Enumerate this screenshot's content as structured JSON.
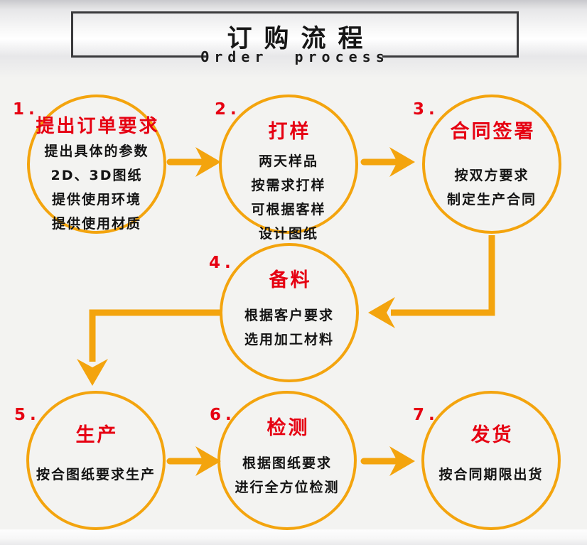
{
  "palette": {
    "accent_orange": "#f3a40e",
    "accent_red": "#e60012",
    "text_black": "#141414",
    "border_dark": "#3a3a3c",
    "background": "#f3f3f1"
  },
  "header": {
    "title": "订购流程",
    "subtitle": "Order process"
  },
  "steps": [
    {
      "number": "1.",
      "title": "提出订单要求",
      "lines": [
        "提出具体的参数",
        "2D、3D图纸",
        "提供使用环境",
        "提供使用材质"
      ]
    },
    {
      "number": "2.",
      "title": "打样",
      "lines": [
        "两天样品",
        "按需求打样",
        "可根据客样",
        "设计图纸"
      ]
    },
    {
      "number": "3.",
      "title": "合同签署",
      "lines": [
        "按双方要求",
        "制定生产合同"
      ]
    },
    {
      "number": "4.",
      "title": "备料",
      "lines": [
        "根据客户要求",
        "选用加工材料"
      ]
    },
    {
      "number": "5.",
      "title": "生产",
      "lines": [
        "按合图纸要求生产"
      ]
    },
    {
      "number": "6.",
      "title": "检测",
      "lines": [
        "根据图纸要求",
        "进行全方位检测"
      ]
    },
    {
      "number": "7.",
      "title": "发货",
      "lines": [
        "按合同期限出货"
      ]
    }
  ]
}
